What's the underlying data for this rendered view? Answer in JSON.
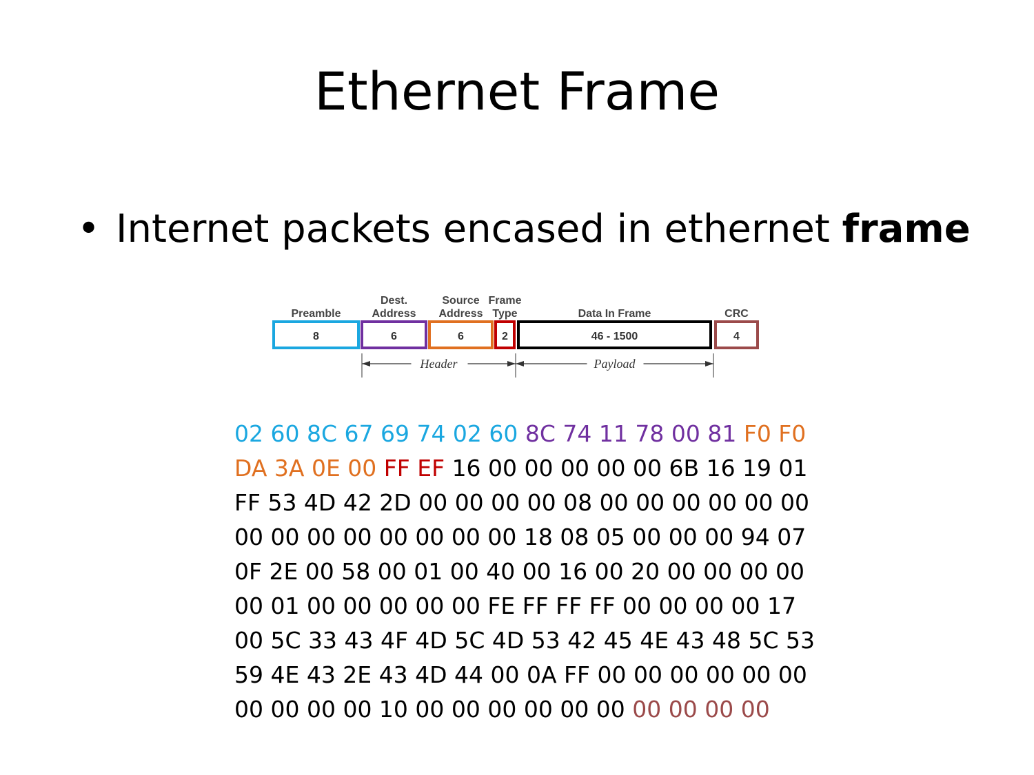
{
  "title": "Ethernet Frame",
  "bullet": {
    "prefix": "Internet packets encased in ethernet ",
    "bold": "frame"
  },
  "diagram": {
    "fields": [
      {
        "label1": "",
        "label2": "Preamble",
        "size": "8",
        "color": "#1aa7e0"
      },
      {
        "label1": "Dest.",
        "label2": "Address",
        "size": "6",
        "color": "#7030a0"
      },
      {
        "label1": "Source",
        "label2": "Address",
        "size": "6",
        "color": "#e07020"
      },
      {
        "label1": "Frame",
        "label2": "Type",
        "size": "2",
        "color": "#c00000"
      },
      {
        "label1": "",
        "label2": "Data In Frame",
        "size": "46 - 1500",
        "color": "#000000"
      },
      {
        "label1": "",
        "label2": "CRC",
        "size": "4",
        "color": "#9b4a4a"
      }
    ],
    "header_label": "Header",
    "payload_label": "Payload"
  },
  "hex_rows": [
    [
      {
        "text": "02 60 8C 67 69 74 02 60 ",
        "color": "#1aa7e0"
      },
      {
        "text": "8C 74 11 78 00 81 ",
        "color": "#7030a0"
      },
      {
        "text": "F0 F0",
        "color": "#e07020"
      }
    ],
    [
      {
        "text": "DA 3A 0E 00 ",
        "color": "#e07020"
      },
      {
        "text": "FF EF ",
        "color": "#c00000"
      },
      {
        "text": "16 00 00 00 00 00 6B 16 19 01",
        "color": "#000000"
      }
    ],
    [
      {
        "text": "FF 53 4D 42 2D 00 00 00 00 08 00 00 00 00 00 00",
        "color": "#000000"
      }
    ],
    [
      {
        "text": "00 00 00 00 00 00 00 00 18 08 05 00 00 00 94 07",
        "color": "#000000"
      }
    ],
    [
      {
        "text": "0F 2E 00 58 00 01 00 40 00 16 00 20 00 00 00 00",
        "color": "#000000"
      }
    ],
    [
      {
        "text": "00 01 00 00 00 00 00 FE FF FF FF 00 00 00 00 17",
        "color": "#000000"
      }
    ],
    [
      {
        "text": "00 5C 33 43 4F 4D 5C 4D 53 42 45 4E 43 48 5C 53",
        "color": "#000000"
      }
    ],
    [
      {
        "text": "59 4E 43 2E 43 4D 44 00 0A FF 00 00 00 00 00 00",
        "color": "#000000"
      }
    ],
    [
      {
        "text": "00 00 00 00 10 00 00 00 00 00 00 ",
        "color": "#000000"
      },
      {
        "text": "00 00 00 00",
        "color": "#9b4a4a"
      }
    ]
  ]
}
